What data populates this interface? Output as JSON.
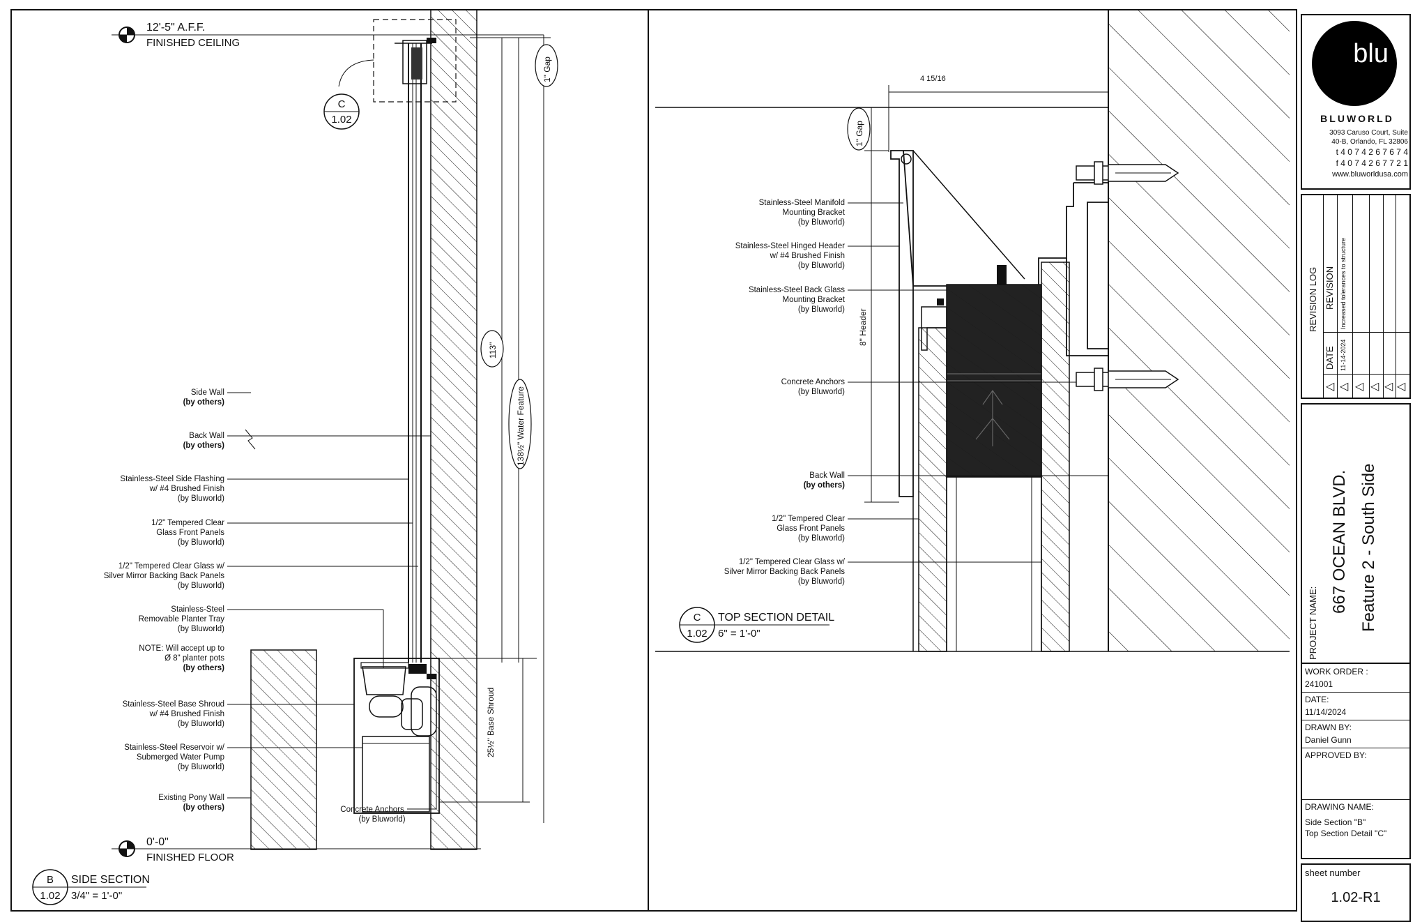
{
  "side_section": {
    "ceiling_level": "12'-5\" A.F.F.",
    "ceiling_label": "FINISHED CEILING",
    "floor_level": "0'-0\"",
    "floor_label": "FINISHED FLOOR",
    "callout_letter": "C",
    "callout_sheet": "1.02",
    "dim_gap": "1\" Gap",
    "dim_113": "113\"",
    "dim_feature": "138½\" Water Feature",
    "dim_shroud": "25½\" Base Shroud",
    "labels": [
      {
        "lines": [
          "Side Wall"
        ],
        "bold": "(by others)"
      },
      {
        "lines": [
          "Back Wall"
        ],
        "bold": "(by others)"
      },
      {
        "lines": [
          "Stainless-Steel Side Flashing",
          "w/ #4 Brushed Finish",
          "(by Bluworld)"
        ],
        "bold": ""
      },
      {
        "lines": [
          "1/2\" Tempered Clear",
          "Glass Front Panels",
          "(by Bluworld)"
        ],
        "bold": ""
      },
      {
        "lines": [
          "1/2\" Tempered Clear Glass w/",
          "Silver Mirror Backing Back Panels",
          "(by Bluworld)"
        ],
        "bold": ""
      },
      {
        "lines": [
          "Stainless-Steel",
          "Removable Planter Tray",
          "(by Bluworld)"
        ],
        "bold": ""
      },
      {
        "lines": [
          "NOTE: Will accept up to",
          "Ø 8\" planter pots"
        ],
        "bold": "(by others)"
      },
      {
        "lines": [
          "Stainless-Steel Base Shroud",
          "w/ #4 Brushed Finish",
          "(by Bluworld)"
        ],
        "bold": ""
      },
      {
        "lines": [
          "Stainless-Steel Reservoir w/",
          "Submerged Water Pump",
          "(by Bluworld)"
        ],
        "bold": ""
      },
      {
        "lines": [
          "Existing Pony Wall"
        ],
        "bold": "(by others)"
      }
    ],
    "anchors_label": [
      "Concrete Anchors",
      "(by Bluworld)"
    ],
    "title_letter": "B",
    "title_sheet": "1.02",
    "title": "SIDE SECTION",
    "scale": "3/4\" = 1'-0\""
  },
  "top_detail": {
    "dim_top": "4 15/16",
    "dim_gap": "1\" Gap",
    "dim_header": "8\" Header",
    "labels": [
      {
        "lines": [
          "Stainless-Steel Manifold",
          "Mounting Bracket",
          "(by Bluworld)"
        ],
        "bold": ""
      },
      {
        "lines": [
          "Stainless-Steel Hinged Header",
          "w/ #4 Brushed Finish",
          "(by Bluworld)"
        ],
        "bold": ""
      },
      {
        "lines": [
          "Stainless-Steel Back Glass",
          "Mounting Bracket",
          "(by Bluworld)"
        ],
        "bold": ""
      },
      {
        "lines": [
          "Concrete Anchors",
          "(by Bluworld)"
        ],
        "bold": ""
      },
      {
        "lines": [
          "Back Wall"
        ],
        "bold": "(by others)"
      },
      {
        "lines": [
          "1/2\" Tempered Clear",
          "Glass Front Panels",
          "(by Bluworld)"
        ],
        "bold": ""
      },
      {
        "lines": [
          "1/2\" Tempered Clear Glass w/",
          "Silver Mirror Backing Back Panels",
          "(by Bluworld)"
        ],
        "bold": ""
      }
    ],
    "title_letter": "C",
    "title_sheet": "1.02",
    "title": "TOP SECTION DETAIL",
    "scale": "6\" = 1'-0\""
  },
  "title_block": {
    "logo_text": "blu",
    "brand": "BLUWORLD",
    "address": [
      "3093 Caruso Court, Suite",
      "40-B, Orlando, FL 32806",
      "t 4 0 7 4 2 6 7 6 7 4",
      "f 4 0 7 4 2 6 7 7 2 1",
      "www.bluworldusa.com"
    ],
    "revision_log": "REVISION LOG",
    "revision_header": "REVISION",
    "date_header": "DATE",
    "revision_date": "11-14-2024",
    "revision_text": "Increased tolerances to structure",
    "project_name_label": "PROJECT NAME:",
    "project_name": "667 OCEAN BLVD.",
    "project_sub": "Feature 2 - South Side",
    "work_order_label": "WORK ORDER :",
    "work_order": "241001",
    "date_label": "DATE:",
    "date": "11/14/2024",
    "drawn_by_label": "DRAWN BY:",
    "drawn_by": "Daniel Gunn",
    "approved_by_label": "APPROVED BY:",
    "drawing_name_label": "DRAWING NAME:",
    "drawing_name": [
      "Side Section \"B\"",
      "Top Section Detail \"C\""
    ],
    "sheet_number_label": "sheet number",
    "sheet_number": "1.02-R1"
  }
}
